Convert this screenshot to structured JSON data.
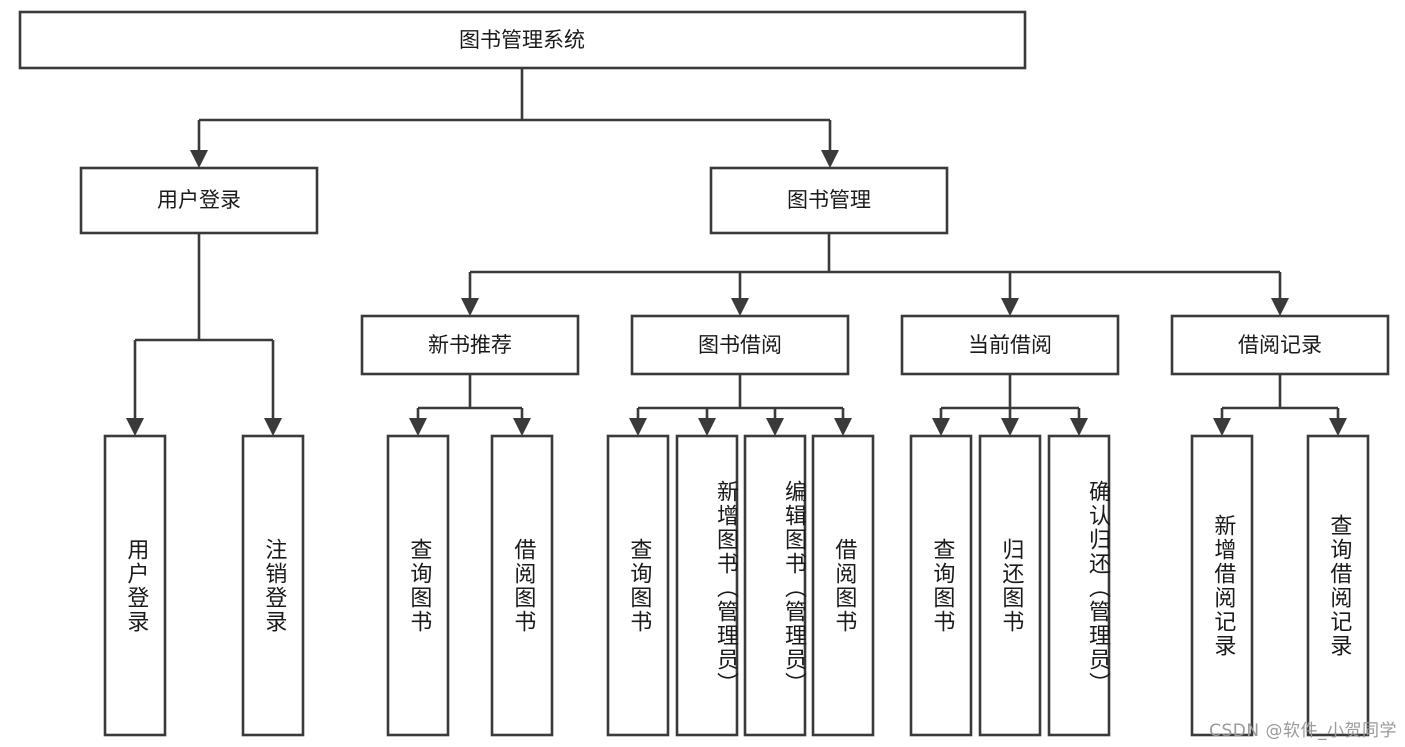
{
  "diagram": {
    "title": "图书管理系统",
    "type": "hierarchy-tree",
    "watermark": "CSDN @软件_小贺同学",
    "colors": {
      "box_stroke": "#3a3a3a",
      "box_fill": "#ffffff",
      "text": "#1a1a1a",
      "watermark": "#9a9a9a",
      "background": "#ffffff"
    },
    "root": {
      "label": "图书管理系统"
    },
    "level2": [
      {
        "id": "user-login",
        "label": "用户登录"
      },
      {
        "id": "book-management",
        "label": "图书管理"
      }
    ],
    "level3": [
      {
        "id": "new-book-recommend",
        "label": "新书推荐",
        "parent": "book-management"
      },
      {
        "id": "book-borrow",
        "label": "图书借阅",
        "parent": "book-management"
      },
      {
        "id": "current-borrow",
        "label": "当前借阅",
        "parent": "book-management"
      },
      {
        "id": "borrow-record",
        "label": "借阅记录",
        "parent": "book-management"
      }
    ],
    "leaves": {
      "user_login": [
        {
          "id": "leaf-user-login",
          "label": "用户登录"
        },
        {
          "id": "leaf-user-logout",
          "label": "注销登录"
        }
      ],
      "new_book_recommend": [
        {
          "id": "leaf-query-book-1",
          "label": "查询图书"
        },
        {
          "id": "leaf-borrow-book-1",
          "label": "借阅图书"
        }
      ],
      "book_borrow": [
        {
          "id": "leaf-query-book-2",
          "label": "查询图书"
        },
        {
          "id": "leaf-add-book",
          "label": "新增图书（管理员）"
        },
        {
          "id": "leaf-edit-book",
          "label": "编辑图书（管理员）"
        },
        {
          "id": "leaf-borrow-book-2",
          "label": "借阅图书"
        }
      ],
      "current_borrow": [
        {
          "id": "leaf-query-book-3",
          "label": "查询图书"
        },
        {
          "id": "leaf-return-book",
          "label": "归还图书"
        },
        {
          "id": "leaf-confirm-return",
          "label": "确认归还（管理员）"
        }
      ],
      "borrow_record": [
        {
          "id": "leaf-add-record",
          "label": "新增借阅记录"
        },
        {
          "id": "leaf-query-record",
          "label": "查询借阅记录"
        }
      ]
    }
  }
}
